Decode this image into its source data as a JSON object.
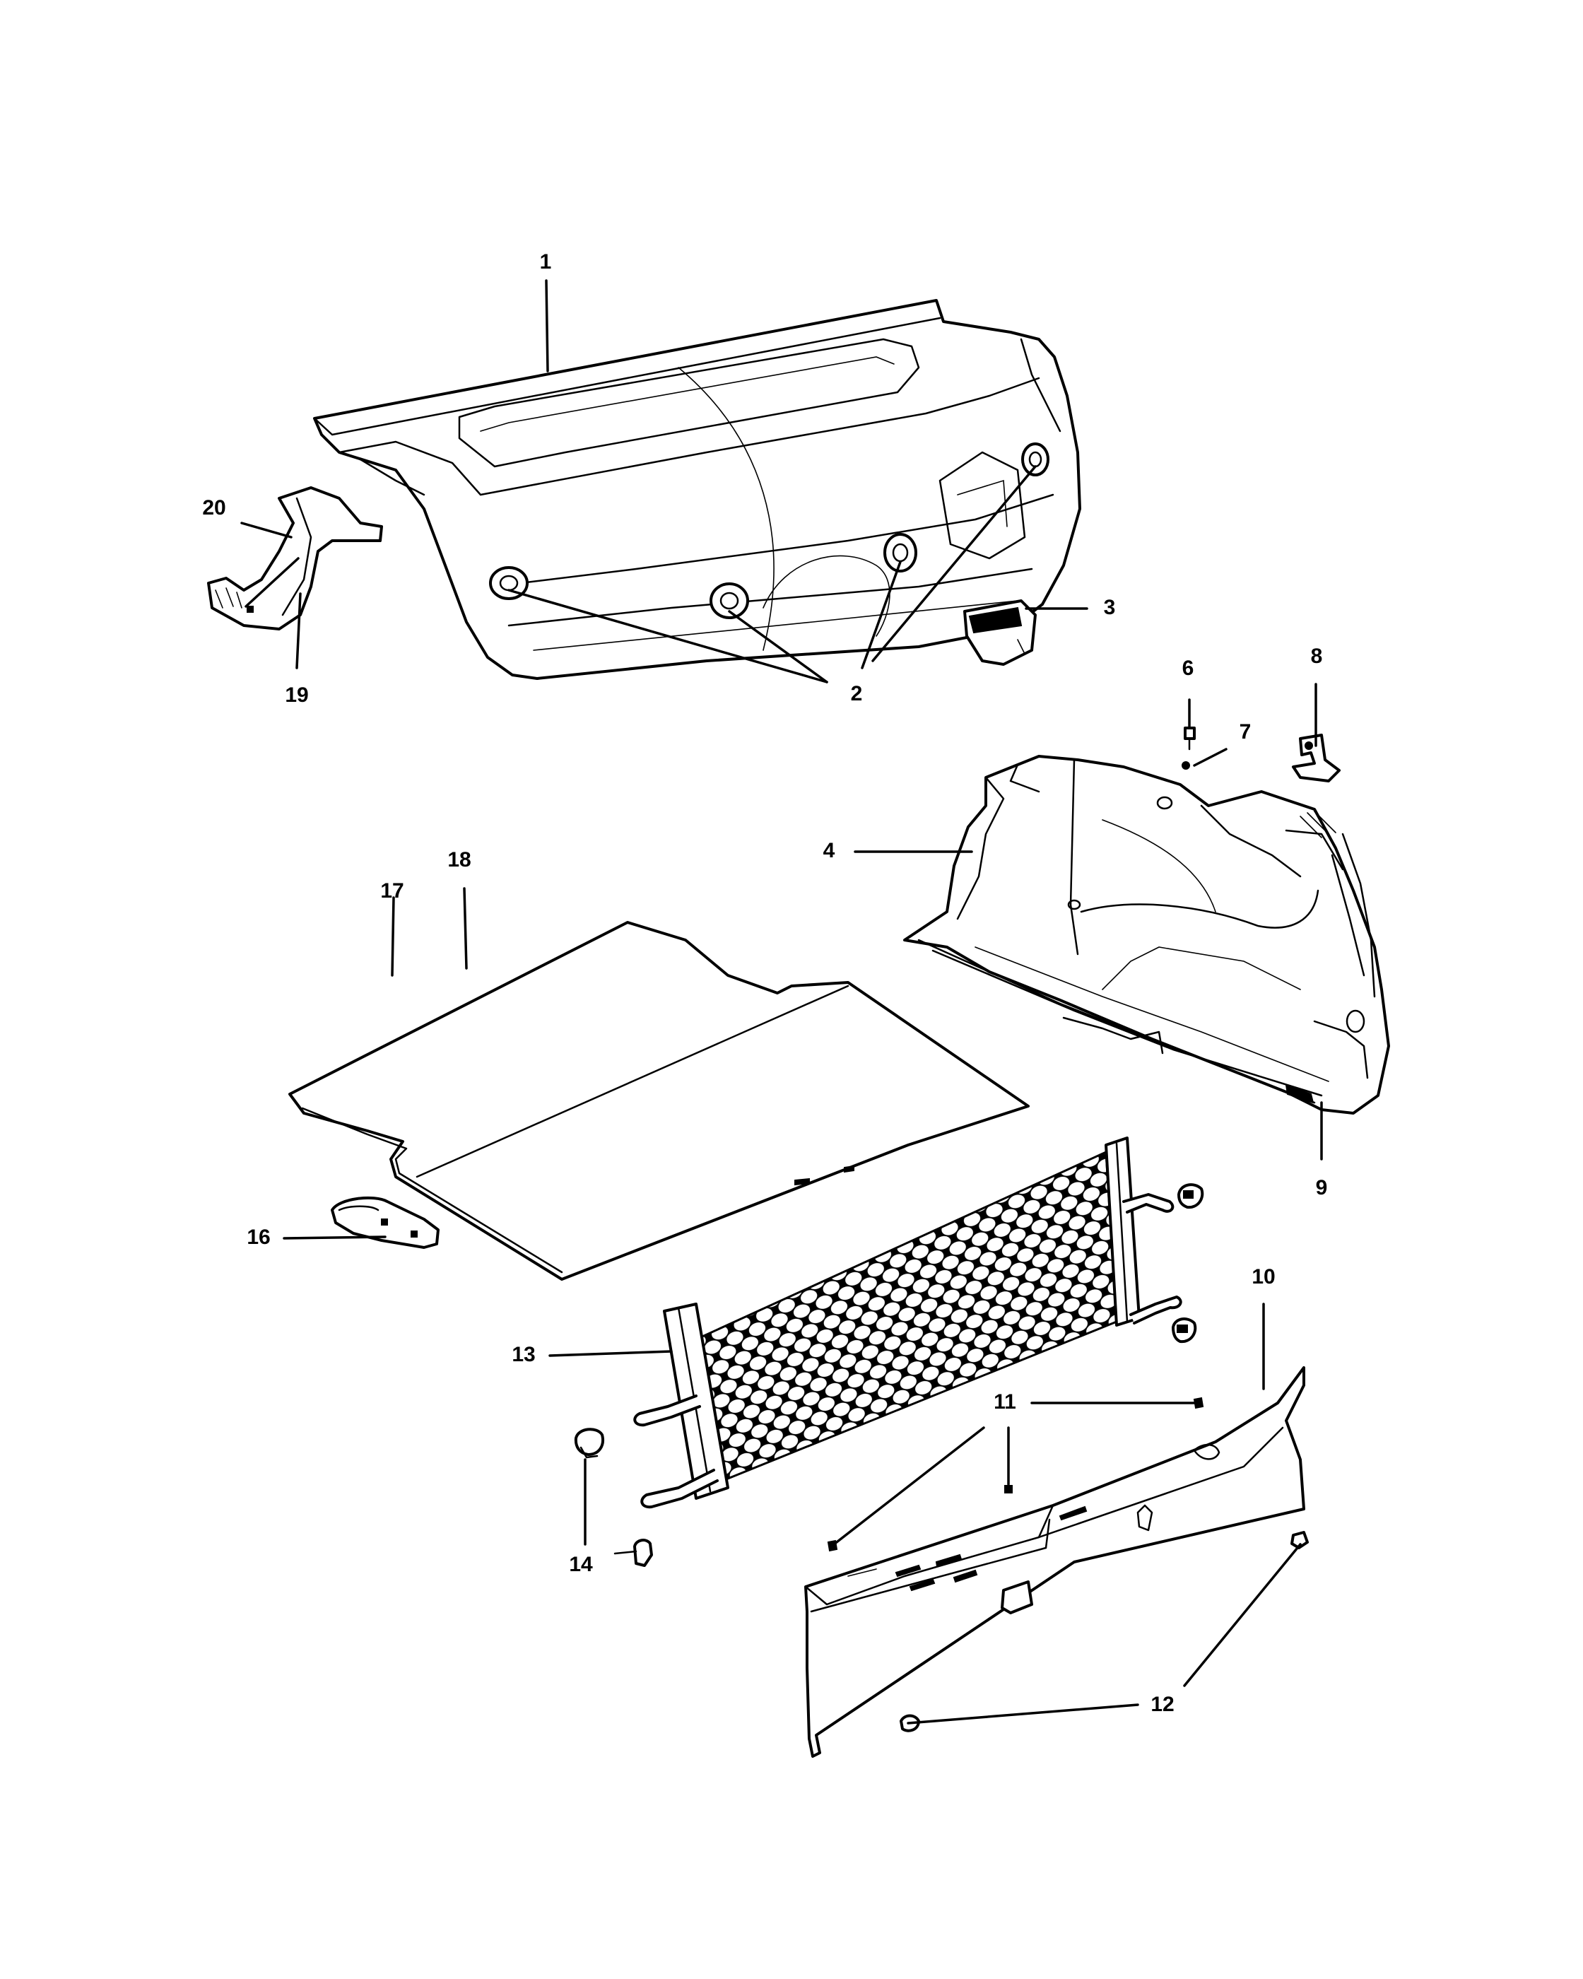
{
  "callouts": [
    "1",
    "2",
    "3",
    "4",
    "6",
    "7",
    "8",
    "9",
    "10",
    "11",
    "12",
    "13",
    "14",
    "16",
    "17",
    "18",
    "19",
    "20"
  ]
}
